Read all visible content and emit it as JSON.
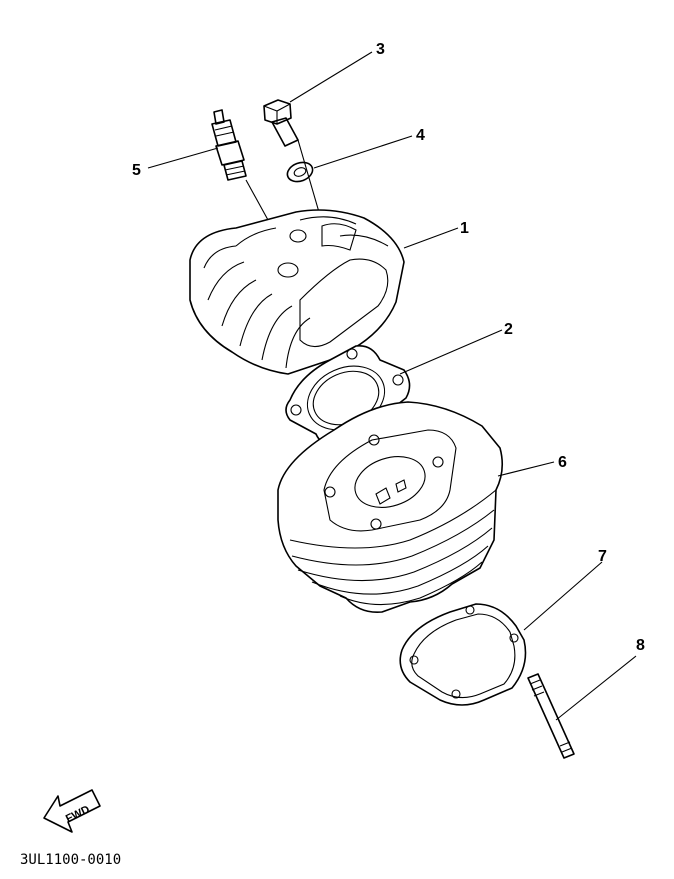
{
  "callouts": [
    {
      "number": "1",
      "part": "cylinder-head"
    },
    {
      "number": "2",
      "part": "head-gasket"
    },
    {
      "number": "3",
      "part": "head-bolt"
    },
    {
      "number": "4",
      "part": "washer"
    },
    {
      "number": "5",
      "part": "spark-plug"
    },
    {
      "number": "6",
      "part": "cylinder"
    },
    {
      "number": "7",
      "part": "base-gasket"
    },
    {
      "number": "8",
      "part": "stud-bolt"
    }
  ],
  "direction_label": "FWD",
  "diagram_code": "3UL1100-0010"
}
